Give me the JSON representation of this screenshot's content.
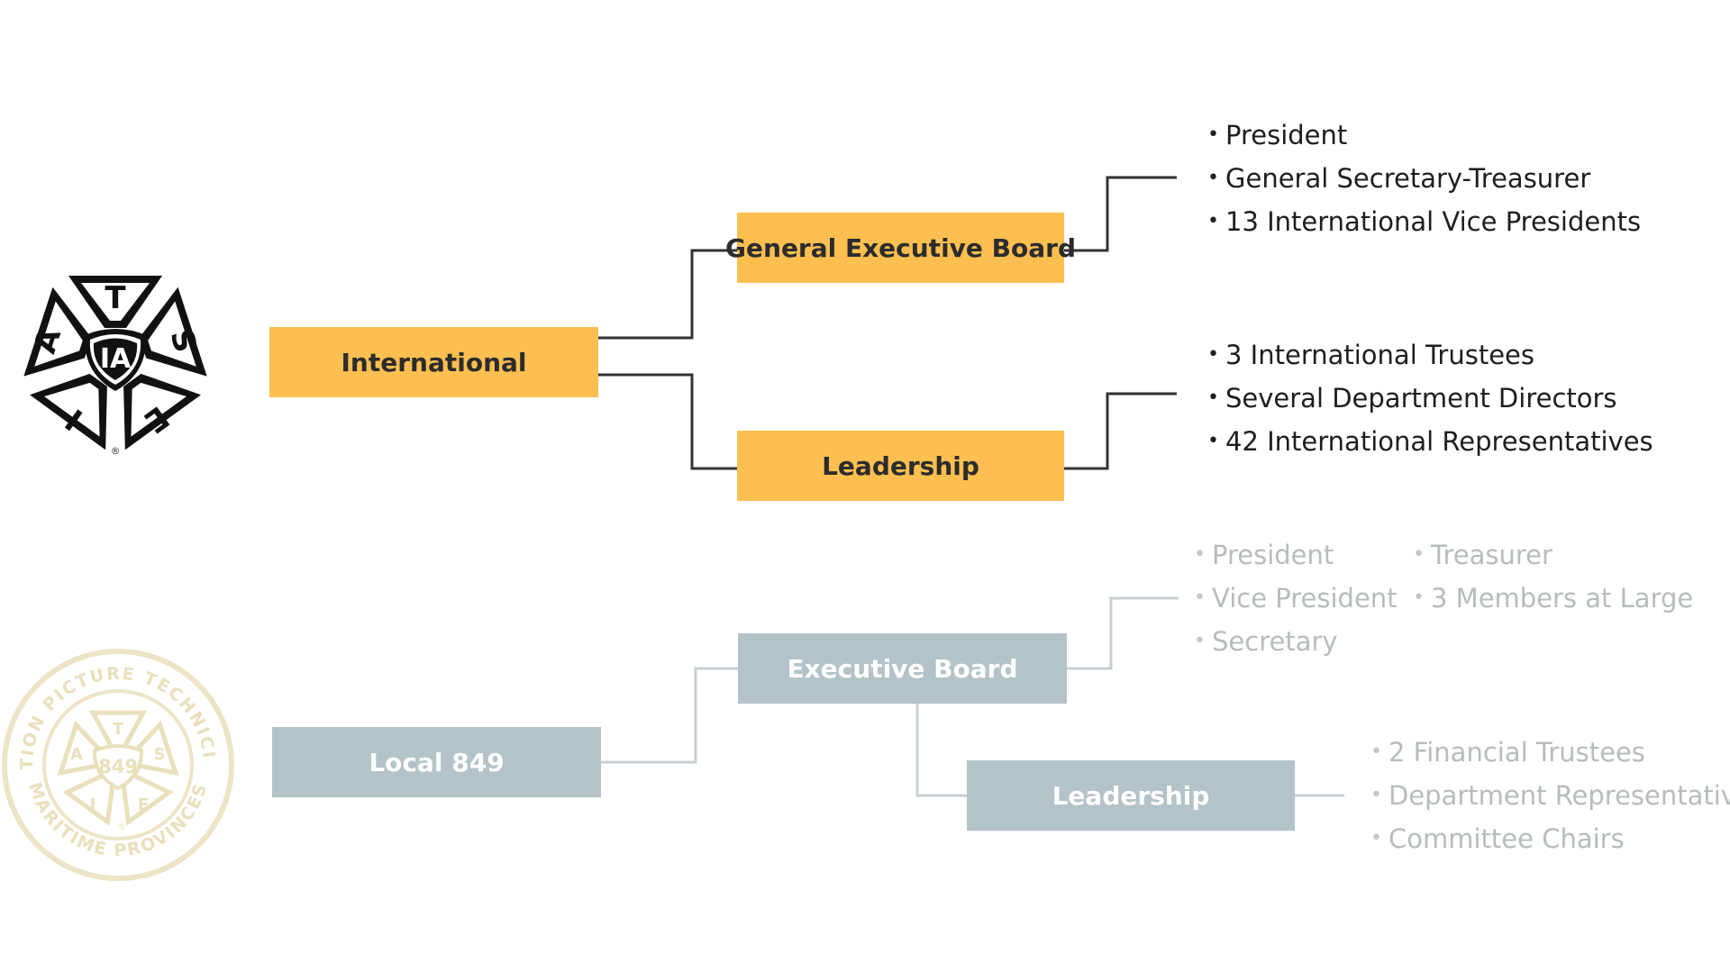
{
  "international": {
    "root_label": "International",
    "executive_label": "General Executive Board",
    "leadership_label": "Leadership",
    "executive_items": [
      "President",
      "General Secretary-Treasurer",
      "13 International Vice Presidents"
    ],
    "leadership_items": [
      "3 International Trustees",
      "Several Department Directors",
      "42 International Representatives"
    ],
    "logo": {
      "icon": "iatse-emblem",
      "shield_text": "IA",
      "letters": [
        "T",
        "S",
        "E",
        "I",
        "A"
      ],
      "registered": "®"
    }
  },
  "local": {
    "root_label": "Local 849",
    "executive_label": "Executive Board",
    "leadership_label": "Leadership",
    "executive_items_col1": [
      "President",
      "Vice President",
      "Secretary"
    ],
    "executive_items_col2": [
      "Treasurer",
      "3 Members at Large"
    ],
    "leadership_items": [
      "2 Financial Trustees",
      "Department Representatives",
      "Committee Chairs"
    ],
    "seal": {
      "icon": "local-849-seal",
      "ring_text_top": "MOTION PICTURE TECHNICIANS",
      "ring_text_bottom": "MARITIME PROVINCES",
      "shield_text": "849",
      "letters": [
        "T",
        "S",
        "E",
        "I",
        "A"
      ],
      "registered": "®"
    }
  },
  "colors": {
    "gold_box": "#fdbf50",
    "grey_box": "#b3c3c7",
    "dark_line": "#333333",
    "light_line": "#c9cfd1",
    "seal": "#ece3c0"
  }
}
